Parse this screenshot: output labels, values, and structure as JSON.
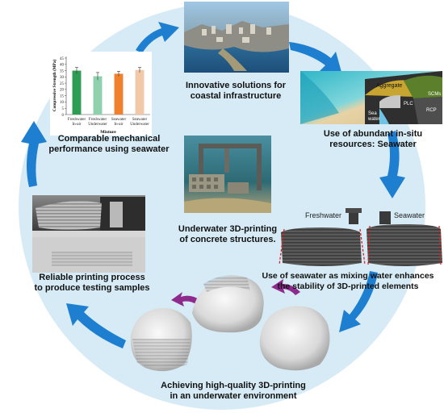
{
  "captions": {
    "coastal": [
      "Innovative solutions for",
      "coastal infrastructure"
    ],
    "seawater_resource": [
      "Use of abundant in-situ",
      "resources: Seawater"
    ],
    "stability": [
      "Use of seawater as mixing water enhances",
      "the stability of 3D-printed elements"
    ],
    "underwater_quality": [
      "Achieving high-quality 3D-printing",
      "in an underwater environment"
    ],
    "printing_process": [
      "Reliable printing process",
      "to produce testing samples"
    ],
    "mechanical": [
      "Comparable mechanical",
      "performance using seawater"
    ],
    "center": [
      "Underwater 3D-printing",
      "of concrete structures."
    ]
  },
  "inset_labels": {
    "freshwater": "Freshwater",
    "seawater": "Seawater",
    "aggregate": "Aggregate",
    "scms": "SCMs",
    "plc": "PLC",
    "rcp": "RCP",
    "sea_water": [
      "Sea",
      "water"
    ]
  },
  "colors": {
    "circle": "#d6ebf5",
    "arrow": "#1e7fd1",
    "small_arrow": "#8e2a8e"
  },
  "chart_data": {
    "type": "bar",
    "ylabel": "Compressive Strength (MPa)",
    "xlabel": "Mixture",
    "ylim": [
      0,
      45
    ],
    "yticks": [
      0,
      5,
      10,
      15,
      20,
      25,
      30,
      35,
      40,
      45
    ],
    "categories": [
      [
        "Freshwater",
        "In-air"
      ],
      [
        "Freshwater",
        "Underwater"
      ],
      [
        "Seawater",
        "In-air"
      ],
      [
        "Seawater",
        "Underwater"
      ]
    ],
    "values": [
      35,
      30.5,
      32.5,
      35.5
    ],
    "errors": [
      2.5,
      3,
      2,
      2
    ],
    "colors": [
      "#2e9c52",
      "#8fd1ad",
      "#f07f2e",
      "#f2c9a8"
    ]
  }
}
